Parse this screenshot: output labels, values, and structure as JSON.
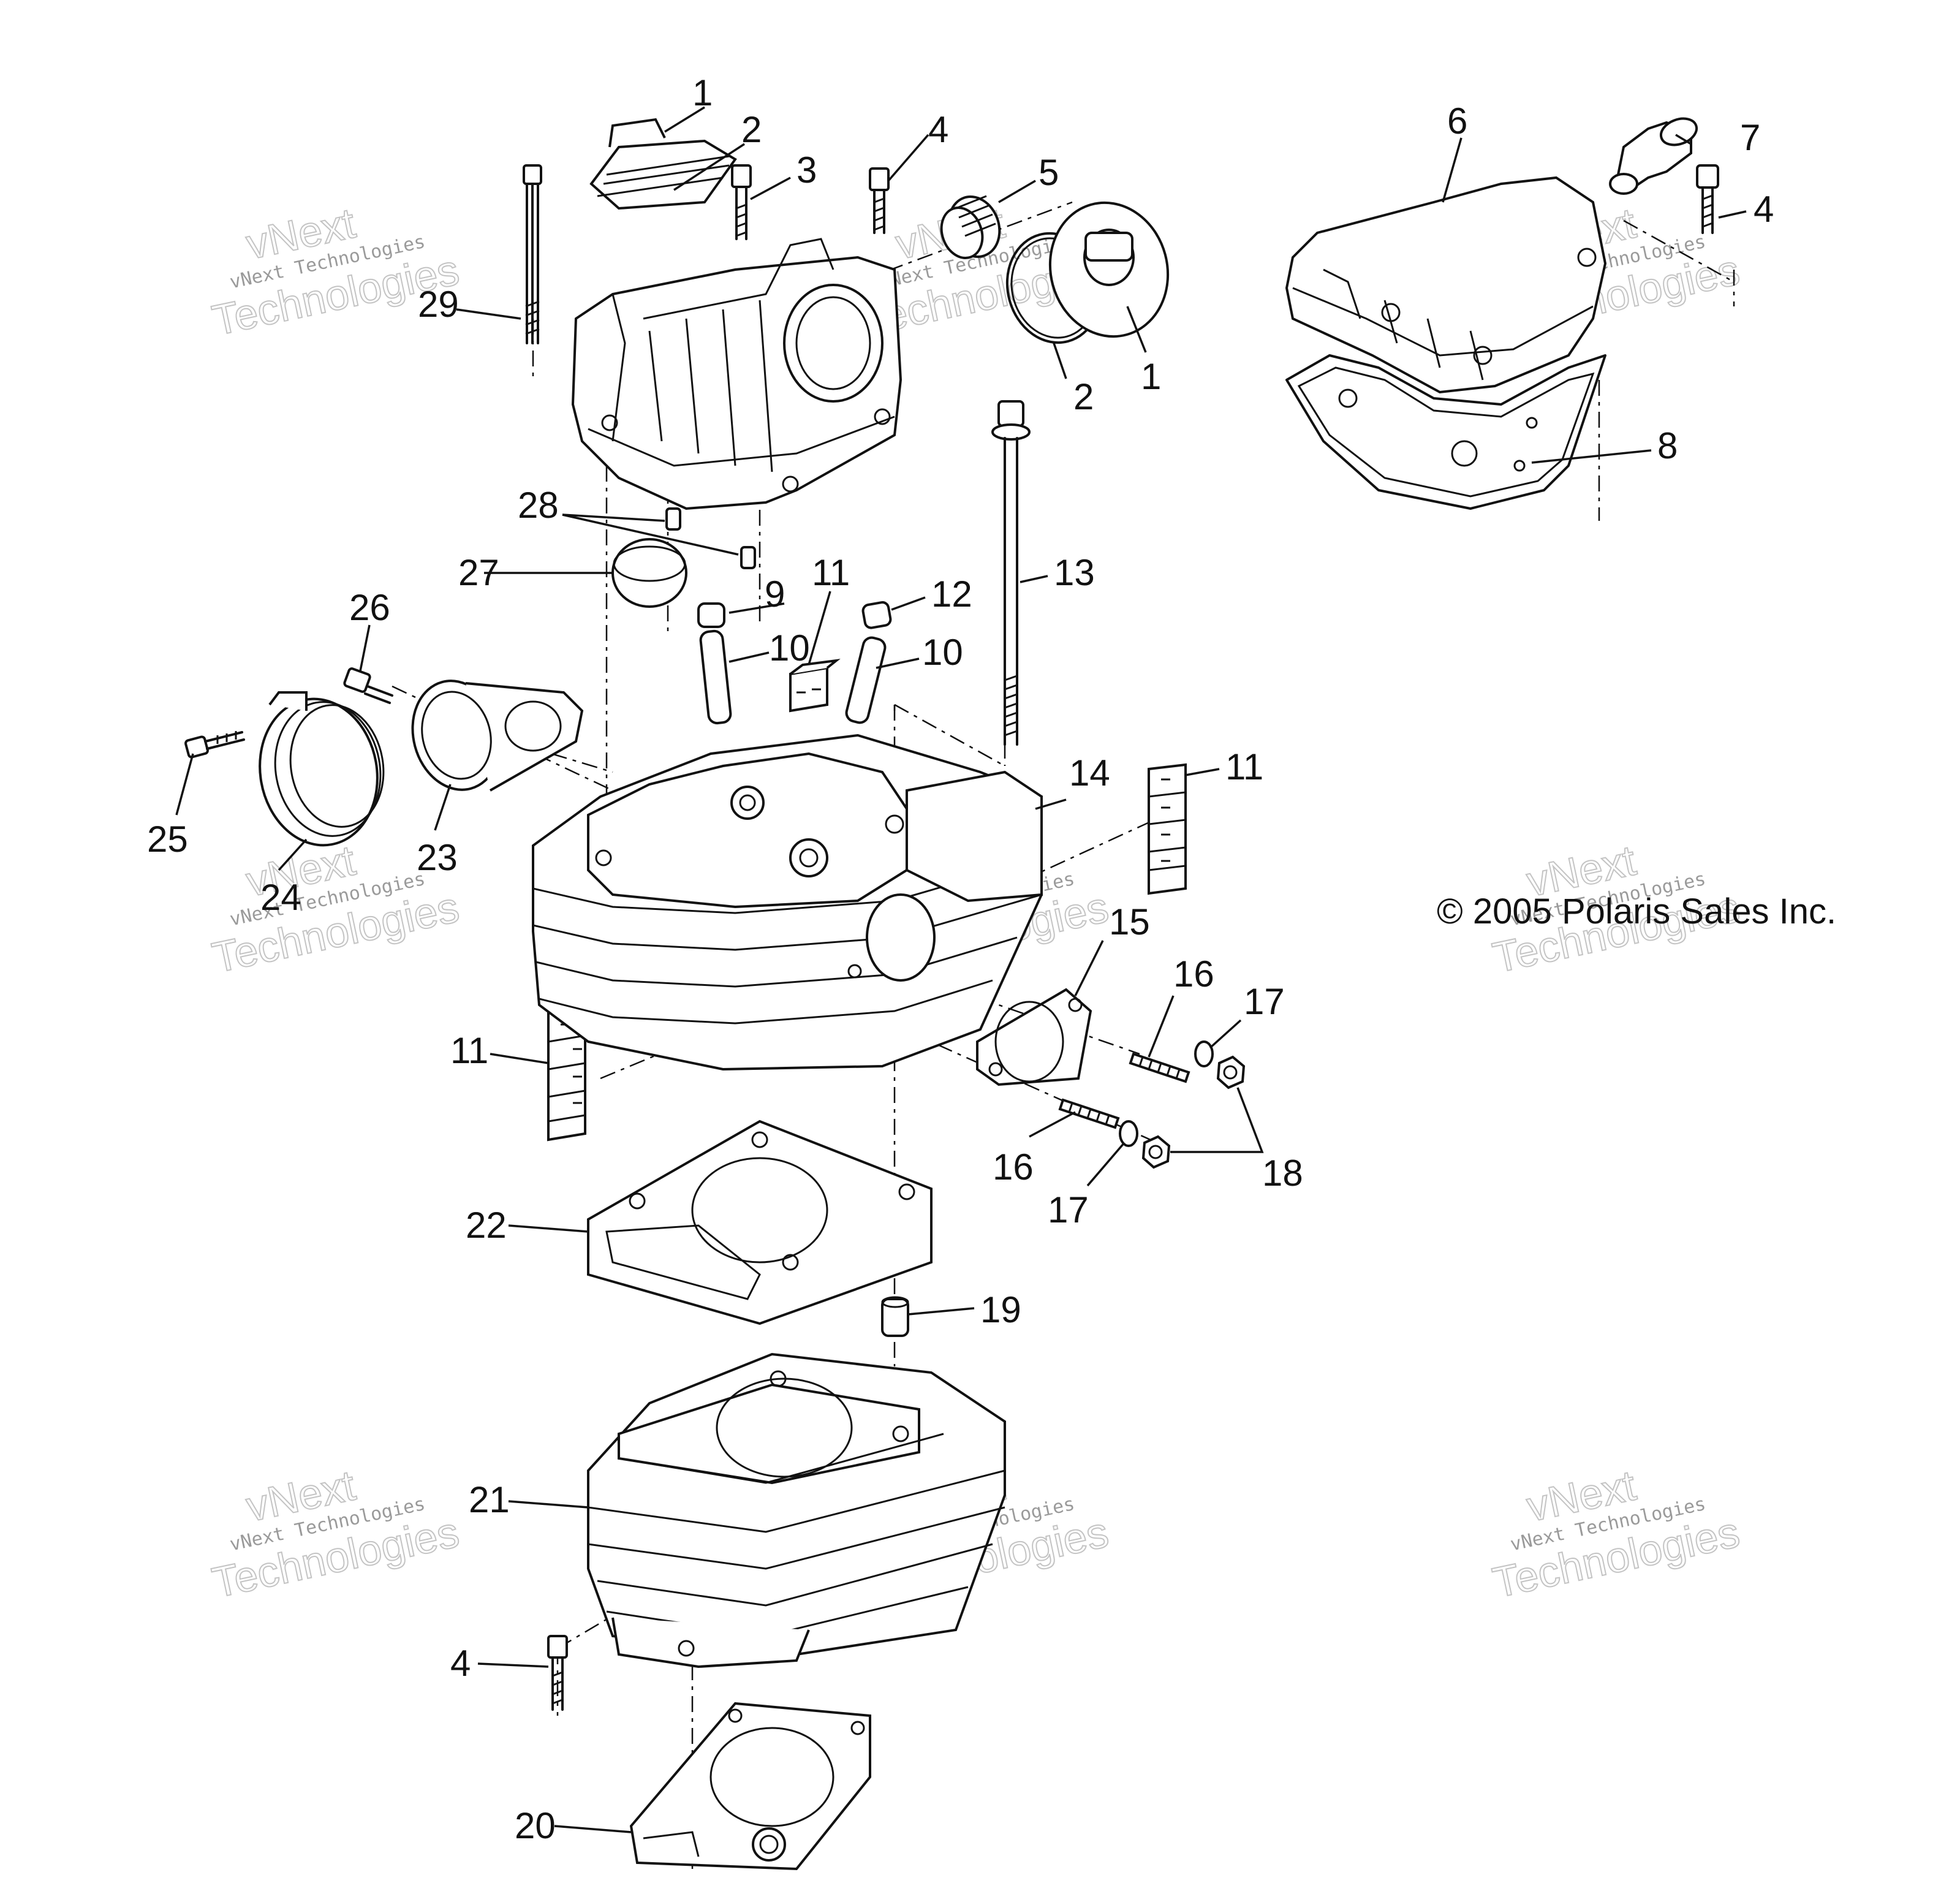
{
  "copyright": "© 2005 Polaris Sales Inc.",
  "watermark": {
    "small": "vNext Technologies",
    "big_top": "vNext",
    "big_bottom": "Technologies"
  },
  "callouts": [
    "1",
    "2",
    "3",
    "4",
    "5",
    "1",
    "2",
    "29",
    "6",
    "7",
    "4",
    "8",
    "28",
    "27",
    "9",
    "11",
    "12",
    "10",
    "10",
    "13",
    "26",
    "25",
    "24",
    "23",
    "14",
    "11",
    "15",
    "16",
    "17",
    "11",
    "16",
    "17",
    "18",
    "22",
    "19",
    "21",
    "4",
    "20"
  ]
}
